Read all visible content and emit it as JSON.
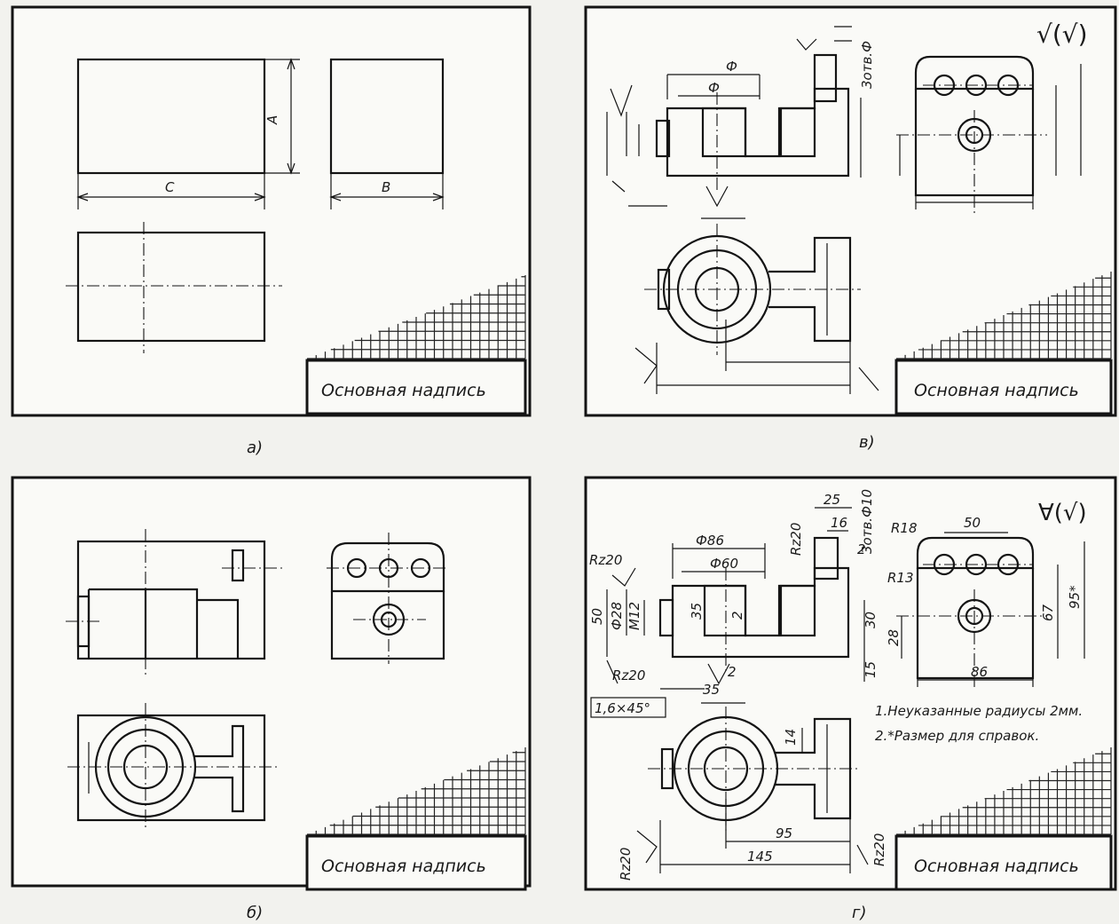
{
  "panels": {
    "a": {
      "caption": "а)",
      "stamp": "Основная надпись",
      "dims": {
        "c": "С",
        "b": "В",
        "a": "А"
      }
    },
    "b": {
      "caption": "б)",
      "stamp": "Основная надпись"
    },
    "v": {
      "caption": "в)",
      "stamp": "Основная надпись",
      "roughness": "√(√)",
      "dims": {
        "phi_outer": "Ф",
        "phi_inner": "Ф",
        "holes": "3отв.Ф"
      }
    },
    "g": {
      "caption": "г)",
      "stamp": "Основная надпись",
      "roughness": "∀(√)",
      "dims": {
        "d86": "Ф86",
        "d60": "Ф60",
        "w25": "25",
        "w16": "16",
        "holes": "3отв.Ф10",
        "two": "2",
        "r18": "R18",
        "r13": "R13",
        "w50": "50",
        "rz20a": "Rz20",
        "rz20b": "Rz20",
        "rz20c": "Rz20",
        "rz20d": "Rz20",
        "rz20e": "Rz20",
        "h50": "50",
        "d28": "Ф28",
        "m12": "M12",
        "h35": "35",
        "two_b": "2",
        "h30": "30",
        "h15": "15",
        "h28": "28",
        "h67": "67",
        "h95": "95*",
        "w86": "86",
        "w35": "35",
        "two_c": "2",
        "chamfer": "1,6×45°",
        "w14": "14",
        "w95": "95",
        "w145": "145"
      },
      "notes": [
        "1.Неуказанные радиусы 2мм.",
        "2.*Размер для справок."
      ]
    }
  },
  "colors": {
    "ink": "#141414",
    "paper": "#fafaf7",
    "background": "#f2f2ee"
  }
}
